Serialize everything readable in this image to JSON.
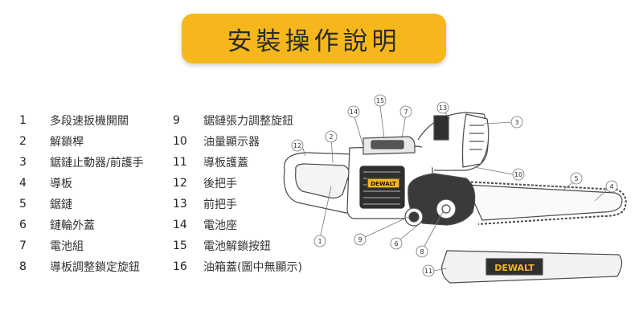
{
  "title": "安裝操作說明",
  "parts": [
    {
      "num": "1",
      "label": "多段速扳機開關"
    },
    {
      "num": "2",
      "label": "解鎖桿"
    },
    {
      "num": "3",
      "label": "鋸鏈止動器/前護手"
    },
    {
      "num": "4",
      "label": "導板"
    },
    {
      "num": "5",
      "label": "鋸鏈"
    },
    {
      "num": "6",
      "label": "鏈輪外蓋"
    },
    {
      "num": "7",
      "label": "電池組"
    },
    {
      "num": "8",
      "label": "導板調整鎖定旋鈕"
    },
    {
      "num": "9",
      "label": "鋸鏈張力調整旋鈕"
    },
    {
      "num": "10",
      "label": "油量顯示器"
    },
    {
      "num": "11",
      "label": "導板護蓋"
    },
    {
      "num": "12",
      "label": "後把手"
    },
    {
      "num": "13",
      "label": "前把手"
    },
    {
      "num": "14",
      "label": "電池座"
    },
    {
      "num": "15",
      "label": "電池解鎖按鈕"
    },
    {
      "num": "16",
      "label": "油箱蓋(圖中無顯示)"
    }
  ],
  "brand_text": "DEWALT",
  "callouts": [
    "15",
    "7",
    "13",
    "14",
    "3",
    "12",
    "2",
    "10",
    "5",
    "4",
    "1",
    "9",
    "6",
    "8",
    "11"
  ],
  "colors": {
    "badge": "#f5b71c",
    "text": "#222222",
    "line": "#4a4a4a"
  }
}
